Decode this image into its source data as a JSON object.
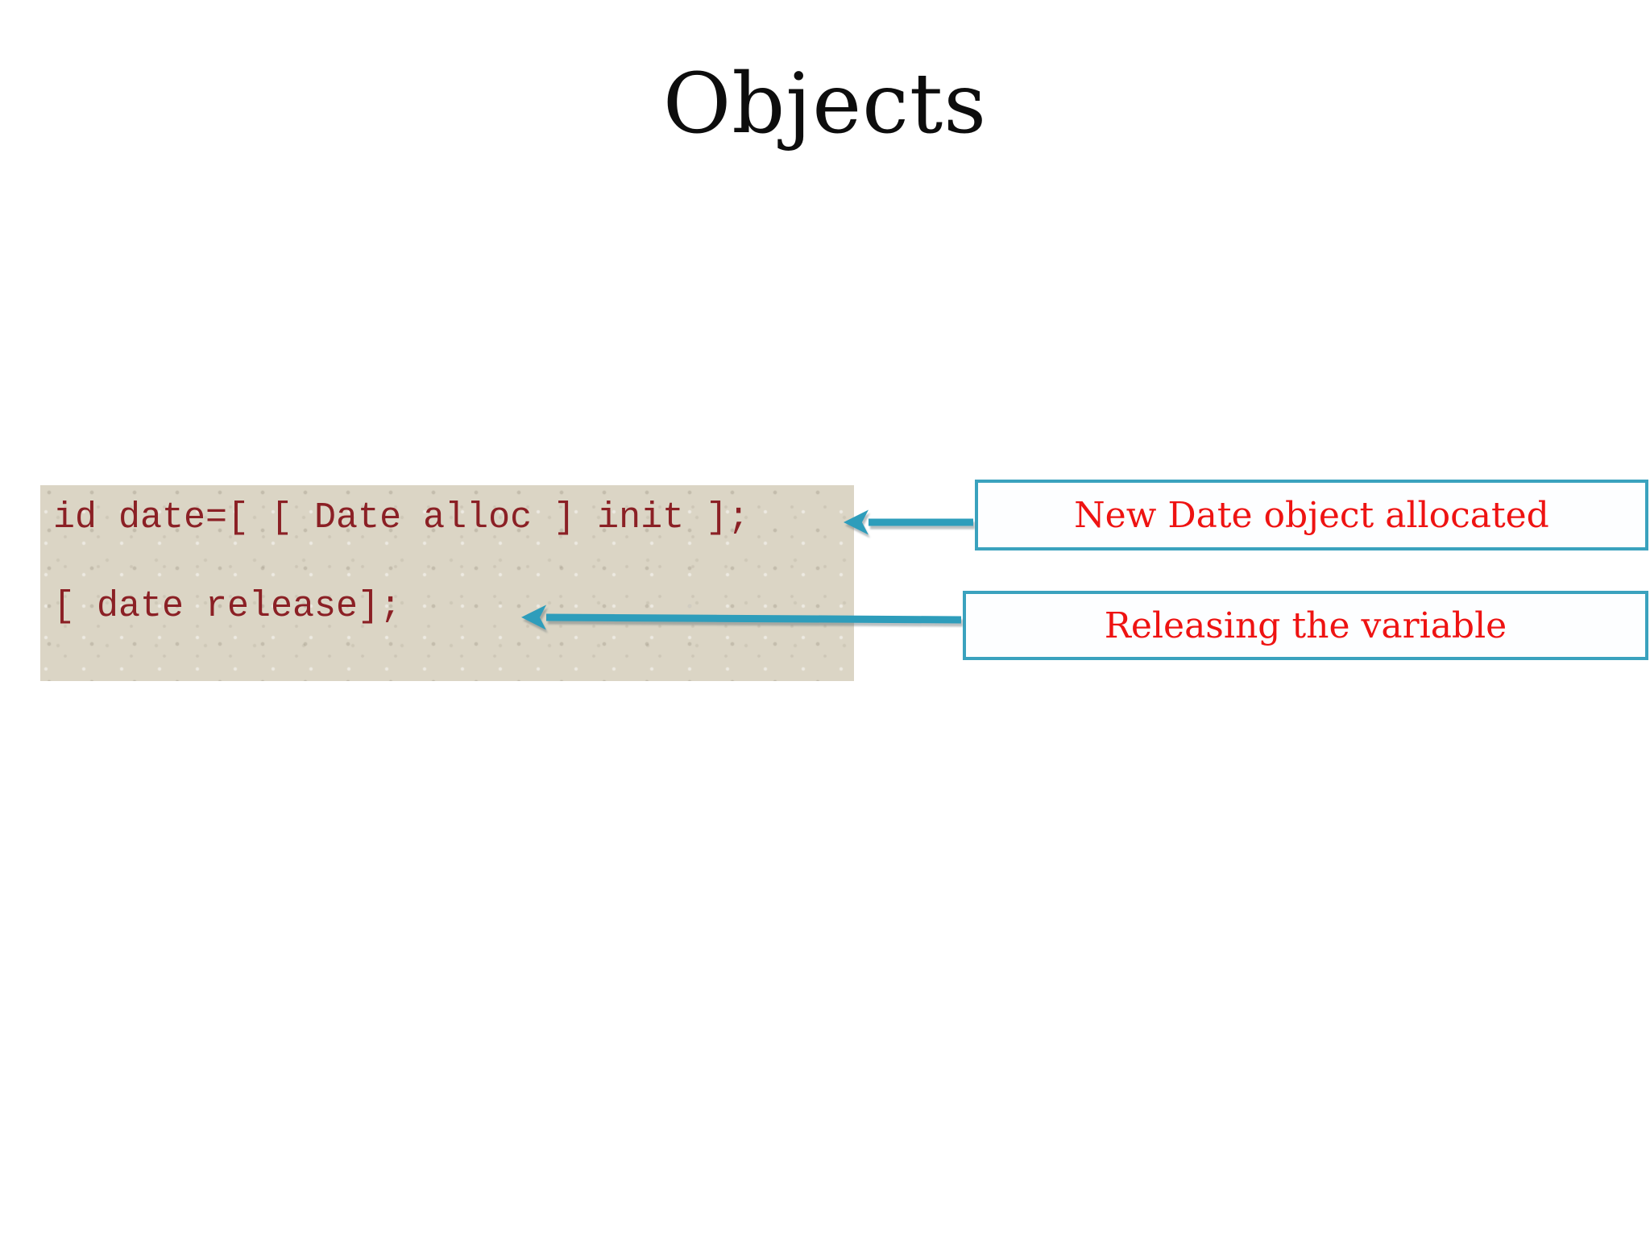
{
  "slide": {
    "title": "Objects"
  },
  "code_block": {
    "lines": [
      "id date=[ [ Date alloc ] init ];",
      "",
      "[ date release];"
    ],
    "bg_color": "#dbd5c5",
    "text_color": "#8b2025"
  },
  "callouts": [
    {
      "label": "New Date object allocated"
    },
    {
      "label": "Releasing the variable"
    }
  ],
  "colors": {
    "slide_bg": "#ffffff",
    "title": "#0d0d0d",
    "accent_teal": "#2e9dbb",
    "callout_border": "#3aa2be",
    "callout_text": "#ee1312"
  }
}
